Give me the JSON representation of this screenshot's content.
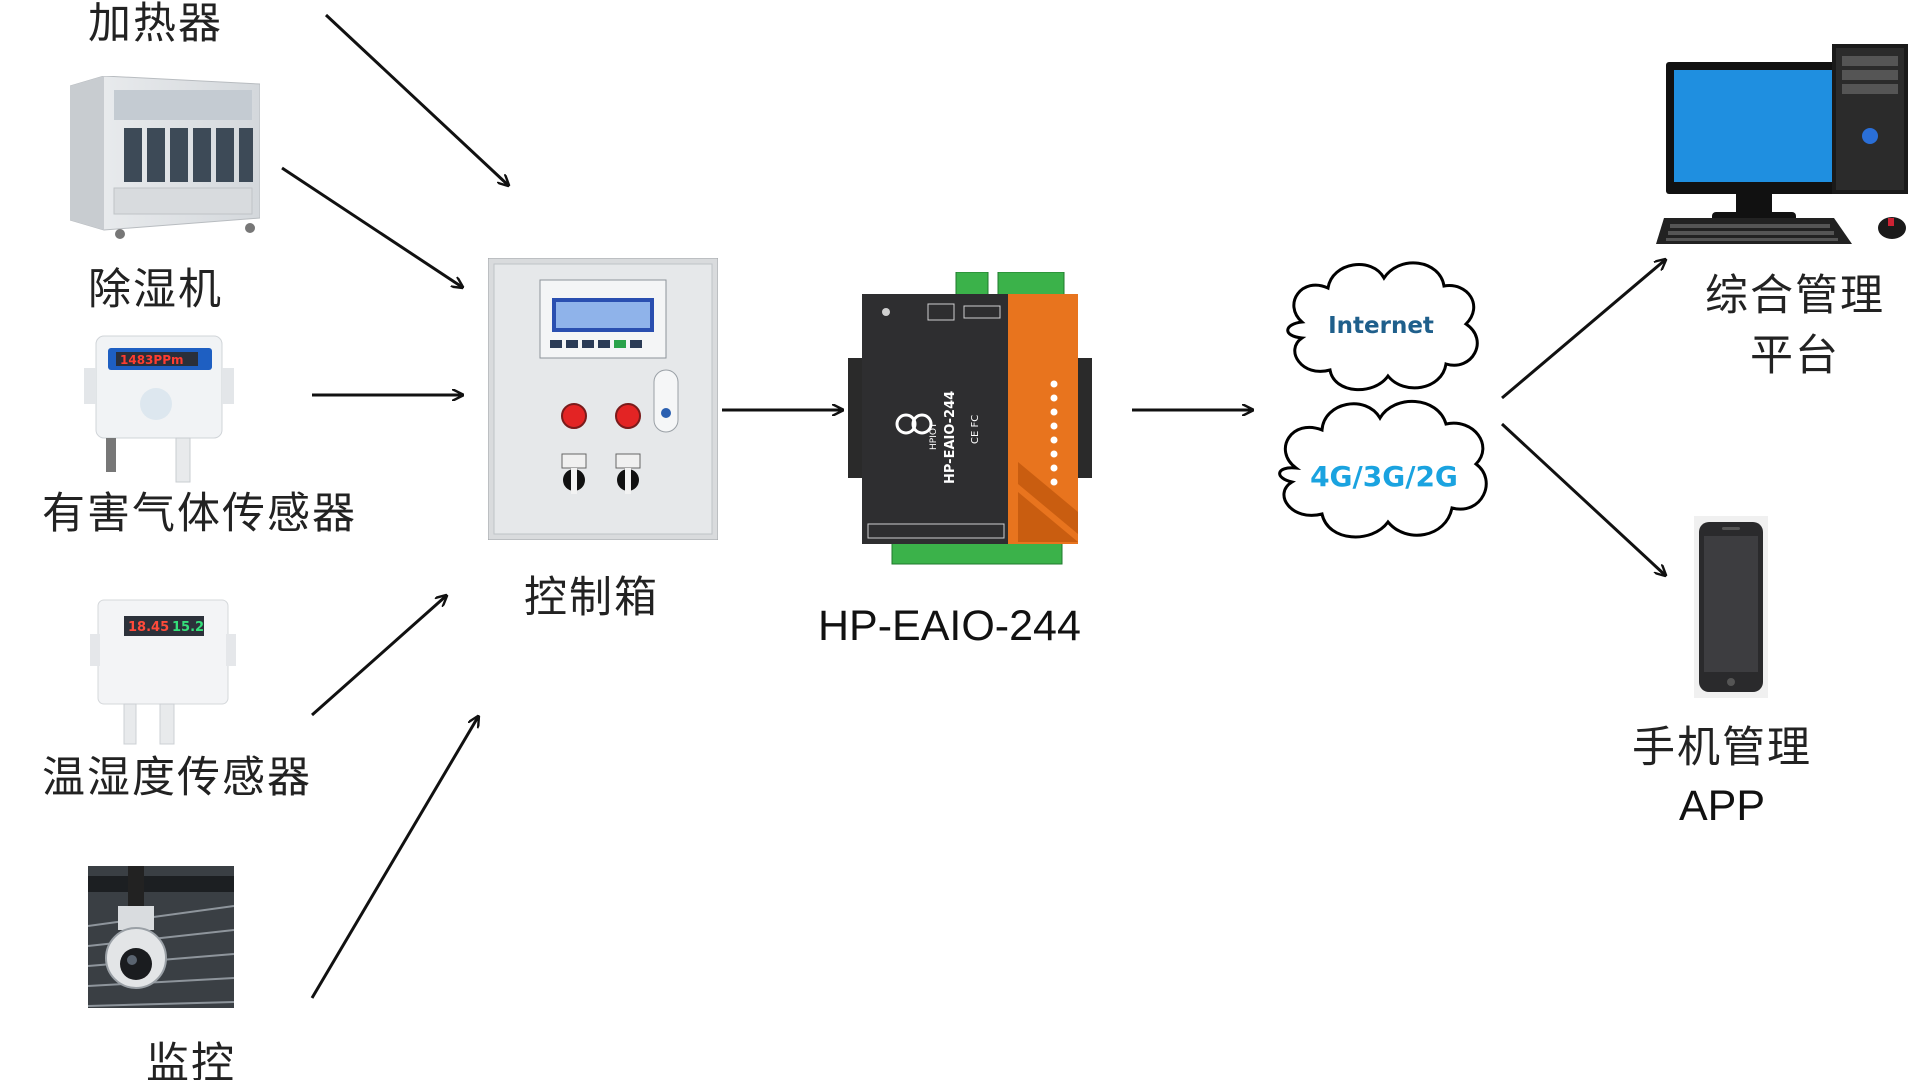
{
  "inputs": {
    "heater": "加热器",
    "dehumidifier": "除湿机",
    "gas_sensor": "有害气体传感器",
    "temp_humidity_sensor": "温湿度传感器",
    "monitor": "监控"
  },
  "control_box": {
    "label": "控制箱"
  },
  "gateway": {
    "label": "HP-EAIO-244",
    "brand_text": "HPIOT",
    "side_text": "HP-EAIO-244"
  },
  "network": {
    "internet": "Internet",
    "cellular": "4G/3G/2G"
  },
  "platform": {
    "line1": "综合管理",
    "line2": "平台"
  },
  "mobile": {
    "line1": "手机管理",
    "line2": "APP"
  },
  "colors": {
    "arrow": "#111111",
    "cloud_internet_text": "#1f5f8b",
    "cloud_cellular_text": "#1aa3e0",
    "gateway_accent": "#e8741e",
    "gateway_body": "#2e2e30",
    "terminal_green": "#3bb24a",
    "screen_blue": "#1f8fe0"
  }
}
